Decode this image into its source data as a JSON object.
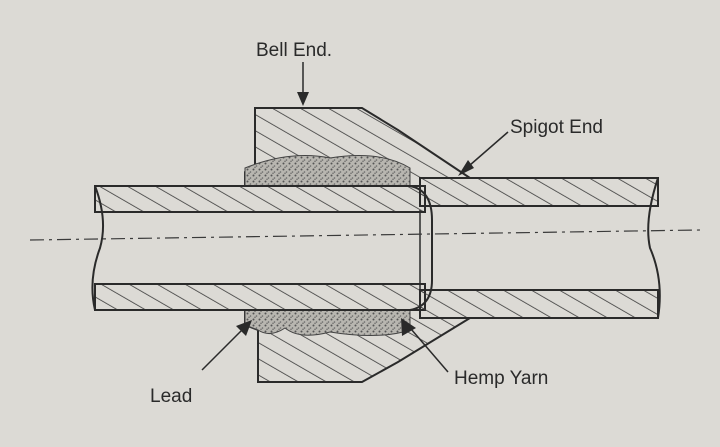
{
  "labels": {
    "bell_end": "Bell End.",
    "spigot_end": "Spigot End",
    "lead": "Lead",
    "hemp_yarn": "Hemp Yarn"
  },
  "colors": {
    "paper": "#dcdad5",
    "ink": "#2a2a2a",
    "hatch": "#3a3a3a",
    "packing": "#8a8a8a"
  }
}
